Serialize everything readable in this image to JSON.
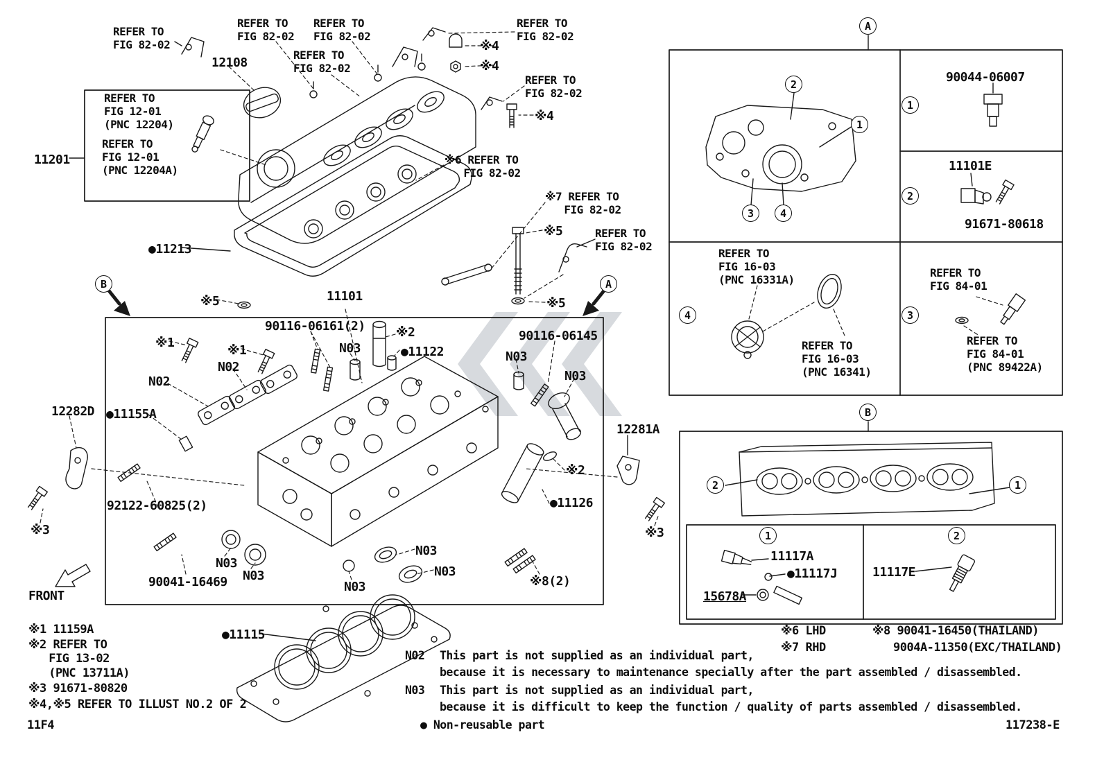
{
  "page": {
    "code": "11F4",
    "doc_number": "117238-E"
  },
  "refs": {
    "fig_82_02": "REFER TO\nFIG 82-02",
    "fig_12_01_pnc12204": "REFER TO\nFIG 12-01\n(PNC 12204)",
    "fig_12_01_pnc12204a": "REFER TO\nFIG 12-01\n(PNC 12204A)",
    "star6_fig_82_02": "※6 REFER TO\n   FIG 82-02",
    "star7_fig_82_02": "※7 REFER TO\n   FIG 82-02",
    "fig_16_03_pnc16331a": "REFER TO\nFIG 16-03\n(PNC 16331A)",
    "fig_16_03_pnc16341": "REFER TO\nFIG 16-03\n(PNC 16341)",
    "fig_84_01": "REFER TO\nFIG 84-01",
    "fig_84_01_pnc89422a": "REFER TO\nFIG 84-01\n(PNC 89422A)"
  },
  "parts": {
    "p12108": "12108",
    "p11201": "11201",
    "p11213": "●11213",
    "p11101": "11101",
    "p90116_06161": "90116-06161(2)",
    "p11122": "●11122",
    "p90116_06145": "90116-06145",
    "p12282d": "12282D",
    "p11155a": "●11155A",
    "p12281a": "12281A",
    "p92122_60825": "92122-60825(2)",
    "p11126": "●11126",
    "p90041_16469": "90041-16469",
    "p11115": "●11115",
    "p90044_06007": "90044-06007",
    "p11101e": "11101E",
    "p91671_80618": "91671-80618",
    "p11117a": "11117A",
    "p11117j": "●11117J",
    "p15678a": "15678A",
    "p11117e": "11117E"
  },
  "markers": {
    "star1": "※1",
    "star2": "※2",
    "star3": "※3",
    "star4": "※4",
    "star5": "※5",
    "star8_2": "※8(2)",
    "n02": "N02",
    "n03": "N03",
    "front": "FRONT",
    "c1": "1",
    "c2": "2",
    "c3": "3",
    "c4": "4",
    "ca": "A",
    "cb": "B"
  },
  "footnotes": {
    "f1": "※1 11159A",
    "f2": "※2 REFER TO\n   FIG 13-02\n   (PNC 13711A)",
    "f3": "※3 91671-80820",
    "f45": "※4,※5 REFER TO ILLUST NO.2 OF 2",
    "f6": "※6 LHD",
    "f7": "※7 RHD",
    "f8_line1": "※8 90041-16450(THAILAND)",
    "f8_line2": "9004A-11350(EXC/THAILAND)"
  },
  "notes": {
    "n02_label": "N02",
    "n02_line1": "This part is not supplied as an individual part,",
    "n02_line2": "because it is necessary to maintenance specially after the part assembled / disassembled.",
    "n03_label": "N03",
    "n03_line1": "This part is not supplied as an individual part,",
    "n03_line2": "because it is difficult to keep the function / quality of parts assembled / disassembled.",
    "nonreusable": "● Non-reusable part"
  }
}
